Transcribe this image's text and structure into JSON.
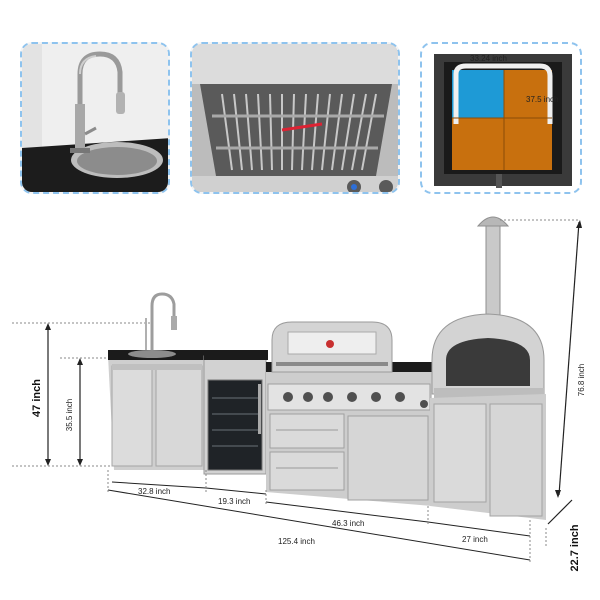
{
  "thumbnails": {
    "fridge_label": "33.24 inch",
    "fridge_side_label": "37.5 inch"
  },
  "dimensions": {
    "height_counter": "47 inch",
    "height_work": "35.5 inch",
    "height_total": "76.8 inch",
    "depth": "22.7 inch",
    "width_sink": "32.8 inch",
    "width_fridge": "19.3 inch",
    "width_grill": "46.3 inch",
    "width_oven": "27 inch",
    "width_total": "125.4 inch"
  }
}
